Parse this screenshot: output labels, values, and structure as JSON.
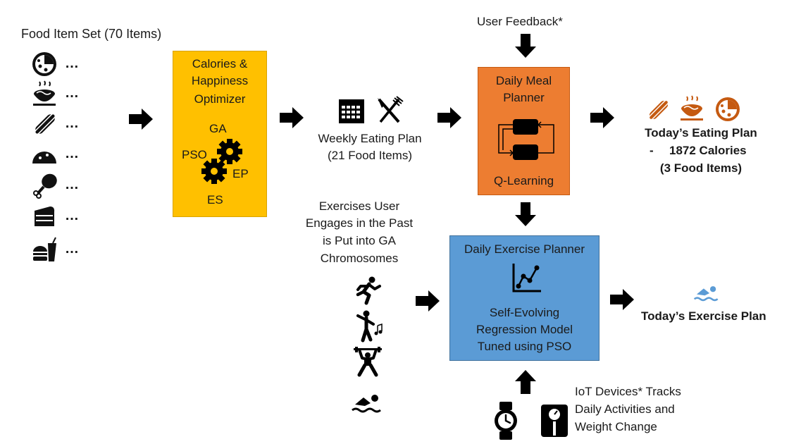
{
  "food_set": {
    "title": "Food Item Set (70 Items)",
    "item_icons": [
      "pizza-icon",
      "noodles-icon",
      "hotdog-icon",
      "taco-icon",
      "chicken-leg-icon",
      "cake-icon",
      "fastfood-icon"
    ],
    "ellipsis": "…"
  },
  "optimizer": {
    "title_line1": "Calories &",
    "title_line2": "Happiness",
    "title_line3": "Optimizer",
    "algo_ga": "GA",
    "algo_pso": "PSO",
    "algo_ep": "EP",
    "algo_es": "ES",
    "color": "#FFC000"
  },
  "weekly_plan": {
    "line1": "Weekly Eating Plan",
    "line2": "(21 Food Items)",
    "icons": [
      "calendar-icon",
      "fork-knife-icon"
    ]
  },
  "user_feedback": {
    "label": "User Feedback*"
  },
  "meal_planner": {
    "title_line1": "Daily Meal",
    "title_line2": "Planner",
    "method": "Q-Learning",
    "color": "#ED7D31"
  },
  "todays_eating_plan": {
    "title": "Today’s Eating Plan",
    "bullet": "-",
    "calories": "1872 Calories",
    "items": "(3 Food Items)",
    "icons": [
      "hotdog-icon",
      "noodles-icon",
      "pizza-icon"
    ],
    "icon_color": "#C55A11"
  },
  "exercises_past": {
    "line1": "Exercises User",
    "line2": "Engages in the Past",
    "line3": "is Put into GA",
    "line4": "Chromosomes",
    "icons": [
      "running-icon",
      "dancing-icon",
      "weightlifting-icon",
      "swimming-icon"
    ]
  },
  "exercise_planner": {
    "title": "Daily Exercise Planner",
    "line1": "Self-Evolving",
    "line2": "Regression Model",
    "line3": "Tuned using PSO",
    "color": "#5B9BD5"
  },
  "todays_exercise_plan": {
    "title": "Today’s Exercise Plan",
    "icon": "swimming-icon",
    "icon_color": "#5B9BD5"
  },
  "iot": {
    "line1": "IoT Devices* Tracks",
    "line2": "Daily Activities and",
    "line3": "Weight Change",
    "icons": [
      "watch-icon",
      "scale-icon"
    ]
  }
}
